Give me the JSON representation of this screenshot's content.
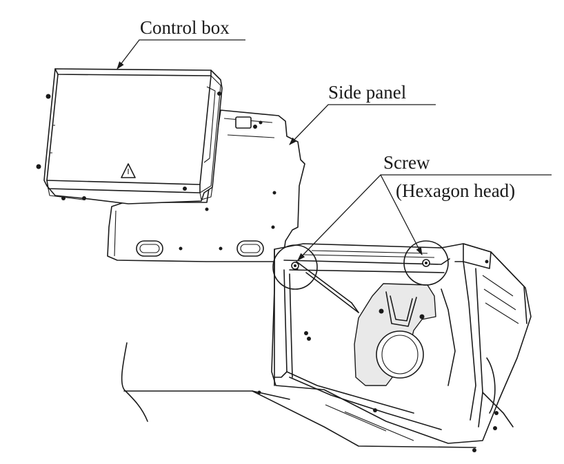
{
  "labels": {
    "control_box": "Control box",
    "side_panel": "Side panel",
    "screw": "Screw",
    "hexagon_head": "(Hexagon head)"
  },
  "colors": {
    "line": "#1a1a1a",
    "background": "#ffffff"
  }
}
